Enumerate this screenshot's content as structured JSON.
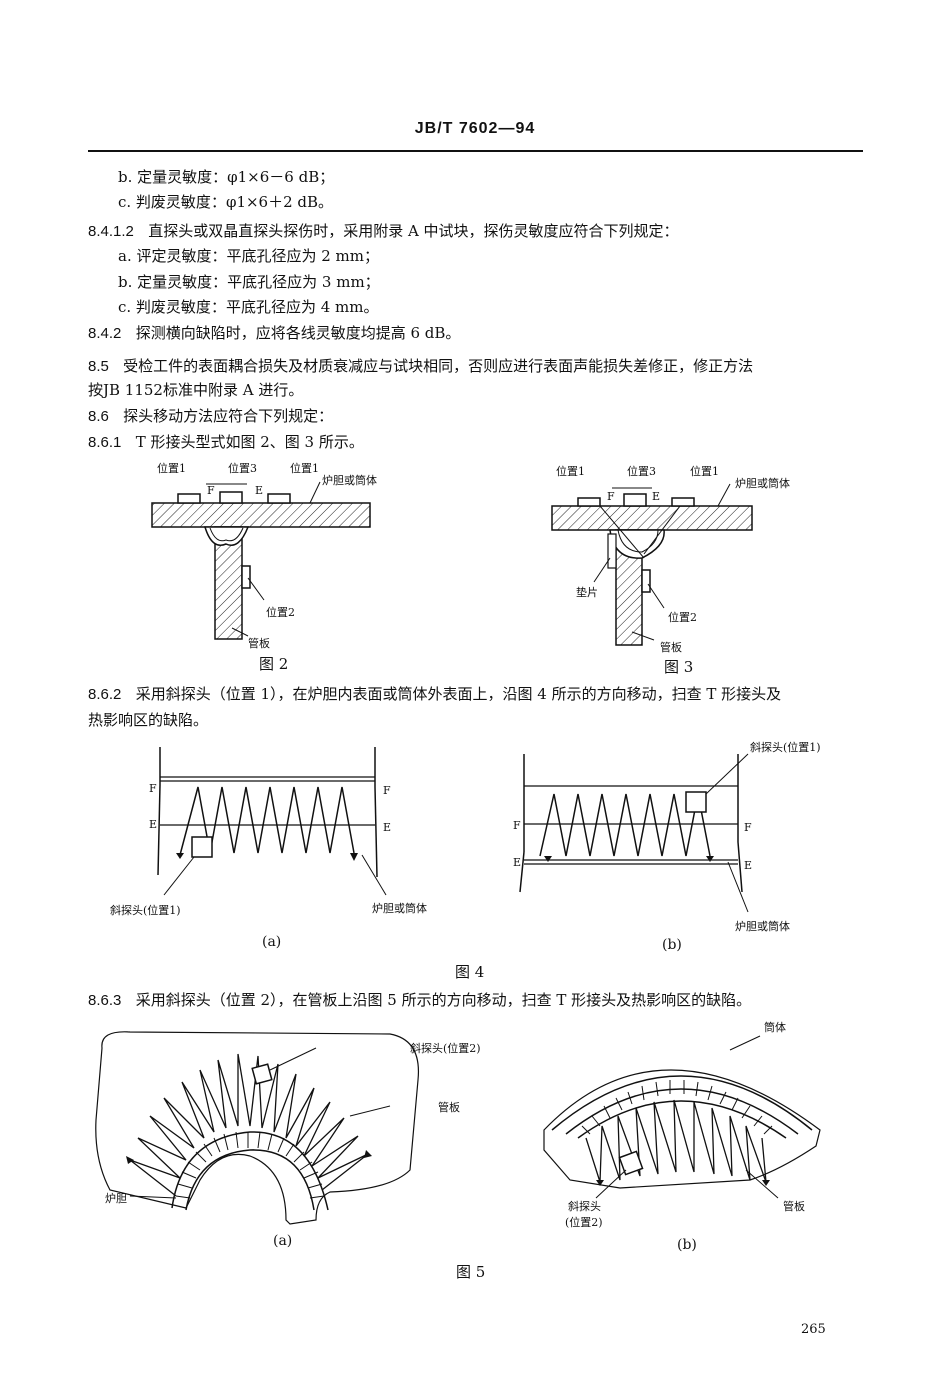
{
  "header": {
    "title": "JB/T 7602—94"
  },
  "lines": {
    "l1": "b. 定量灵敏度：φ1×6－6 dB；",
    "l2": "c. 判废灵敏度：φ1×6＋2 dB。",
    "l3_num": "8.4.1.2",
    "l3": "直探头或双晶直探头探伤时，采用附录 A 中试块，探伤灵敏度应符合下列规定：",
    "l4": "a. 评定灵敏度：平底孔径应为 2 mm；",
    "l5": "b. 定量灵敏度：平底孔径应为 3 mm；",
    "l6": "c. 判废灵敏度：平底孔径应为 4 mm。",
    "l7_num": "8.4.2",
    "l7": "探测横向缺陷时，应将各线灵敏度均提高 6 dB。",
    "l8_num": "8.5",
    "l8": "受检工件的表面耦合损失及材质衰减应与试块相同，否则应进行表面声能损失差修正，修正方法",
    "l9": "按JB 1152标准中附录 A 进行。",
    "l10_num": "8.6",
    "l10": "探头移动方法应符合下列规定：",
    "l11_num": "8.6.1",
    "l11": "T 形接头型式如图 2、图 3 所示。",
    "l12_num": "8.6.2",
    "l12": "采用斜探头（位置 1），在炉胆内表面或筒体外表面上，沿图 4 所示的方向移动，扫查 T 形接头及",
    "l13": "热影响区的缺陷。",
    "l14_num": "8.6.3",
    "l14": "采用斜探头（位置 2），在管板上沿图 5 所示的方向移动，扫查 T 形接头及热影响区的缺陷。"
  },
  "fig2": {
    "pos1_left": "位置1",
    "pos3": "位置3",
    "pos1_right": "位置1",
    "F": "F",
    "E": "E",
    "shell": "炉胆或筒体",
    "pos2": "位置2",
    "tubeplate": "管板",
    "caption": "图 2"
  },
  "fig3": {
    "pos1_left": "位置1",
    "pos3": "位置3",
    "pos1_right": "位置1",
    "F": "F",
    "E": "E",
    "shell": "炉胆或筒体",
    "backing": "垫片",
    "pos2": "位置2",
    "tubeplate": "管板",
    "caption": "图 3"
  },
  "fig4": {
    "a": {
      "F": "F",
      "E": "E",
      "probe": "斜探头(位置1)",
      "shell": "炉胆或筒体",
      "sub": "(a)"
    },
    "b": {
      "F": "F",
      "E": "E",
      "probe": "斜探头(位置1)",
      "shell": "炉胆或筒体",
      "sub": "(b)"
    },
    "caption": "图 4"
  },
  "fig5": {
    "a": {
      "probe": "斜探头(位置2)",
      "tubeplate": "管板",
      "furnace": "炉胆",
      "sub": "(a)"
    },
    "b": {
      "shell": "筒体",
      "probe": "斜探头",
      "probe2": "(位置2)",
      "tubeplate": "管板",
      "sub": "(b)"
    },
    "caption": "图 5"
  },
  "page_number": "265"
}
